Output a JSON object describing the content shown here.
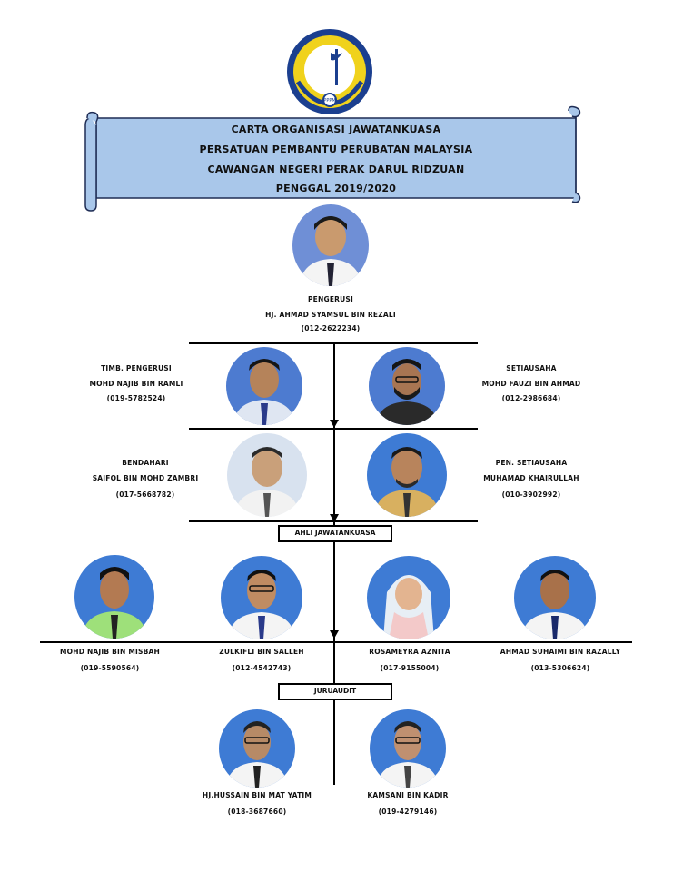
{
  "banner": {
    "line1": "CARTA ORGANISASI JAWATANKUASA",
    "line2": "PERSATUAN PEMBANTU PERUBATAN  MALAYSIA",
    "line3": "CAWANGAN NEGERI PERAK DARUL RIDZUAN",
    "line4": "PENGGAL 2019/2020",
    "color": "#a9c7ea"
  },
  "logo": {
    "text": "PPPM"
  },
  "chairman": {
    "role": "PENGERUSI",
    "name": "HJ. AHMAD SYAMSUL BIN REZALI",
    "phone": "(012-2622234)"
  },
  "vice_chairman": {
    "role": "TIMB. PENGERUSI",
    "name": "MOHD NAJIB BIN RAMLI",
    "phone": "(019-5782524)"
  },
  "secretary": {
    "role": "SETIAUSAHA",
    "name": "MOHD FAUZI BIN AHMAD",
    "phone": "(012-2986684)"
  },
  "treasurer": {
    "role": "BENDAHARI",
    "name": "SAIFOL BIN MOHD ZAMBRI",
    "phone": "(017-5668782)"
  },
  "asst_secretary": {
    "role": "PEN. SETIAUSAHA",
    "name": "MUHAMAD KHAIRULLAH",
    "phone": "(010-3902992)"
  },
  "committee_label": "AHLI JAWATANKUASA",
  "committee": [
    {
      "name": "MOHD NAJIB BIN MISBAH",
      "phone": "(019-5590564)"
    },
    {
      "name": "ZULKIFLI BIN SALLEH",
      "phone": "(012-4542743)"
    },
    {
      "name": "ROSAMEYRA AZNITA",
      "phone": "(017-9155004)"
    },
    {
      "name": "AHMAD SUHAIMI BIN RAZALLY",
      "phone": "(013-5306624)"
    }
  ],
  "auditor_label": "JURUAUDIT",
  "auditors": [
    {
      "name": "HJ.HUSSAIN BIN MAT YATIM",
      "phone": "(018-3687660)"
    },
    {
      "name": "KAMSANI BIN KADIR",
      "phone": "(019-4279146)"
    }
  ]
}
